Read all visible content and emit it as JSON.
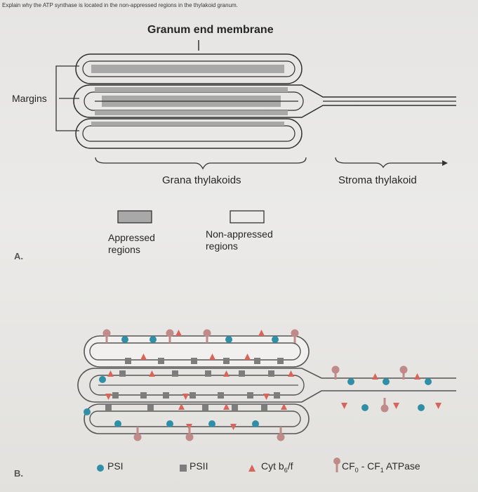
{
  "question": "Explain why the ATP synthase is located in the non-appressed regions in the thylakoid granum.",
  "panel_a": {
    "title": "Granum end membrane",
    "margins_label": "Margins",
    "grana_label": "Grana thylakoids",
    "stroma_label": "Stroma thylakoid",
    "appressed": [
      "Appressed",
      "regions"
    ],
    "non_appressed": [
      "Non-appressed",
      "regions"
    ],
    "letter": "A."
  },
  "panel_b": {
    "letter": "B.",
    "legend": {
      "psi": "PSI",
      "psii": "PSII",
      "cyt": "Cyt b",
      "cyt_sub": "6",
      "cyt_suffix": "/f",
      "cf_a": "CF",
      "cf_a_sub": "0",
      "cf_mid": " - CF",
      "cf_b_sub": "1",
      "cf_suffix": " ATPase"
    }
  },
  "colors": {
    "psi": "#2f8fa6",
    "psii": "#7d7d7d",
    "cyt": "#d9655a",
    "atpase": "#c08a88",
    "appressed_fill": "#a8a8a8"
  }
}
